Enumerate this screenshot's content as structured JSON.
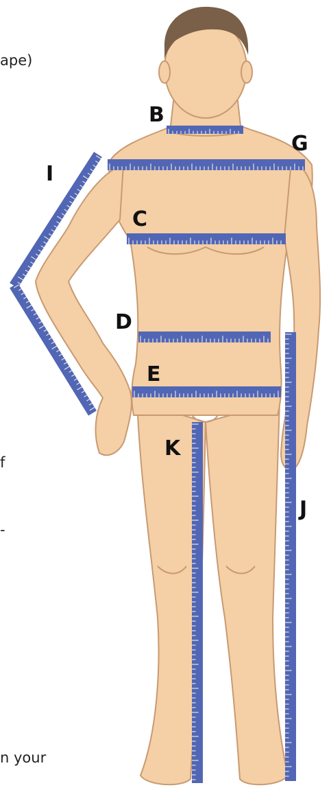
{
  "text_fragments": {
    "top_fragment": "ape)",
    "mid_fragment_1": "f",
    "mid_fragment_2": "-",
    "bottom_fragment": "n your"
  },
  "measurement_labels": {
    "B": "B",
    "G": "G",
    "I": "I",
    "C": "C",
    "D": "D",
    "E": "E",
    "K": "K",
    "J": "J"
  },
  "colors": {
    "skin": "#F5CFA5",
    "skin_outline": "#C89A72",
    "hair": "#7A6048",
    "tape": "#5266B6",
    "tape_tick": "#E8E4D8"
  }
}
